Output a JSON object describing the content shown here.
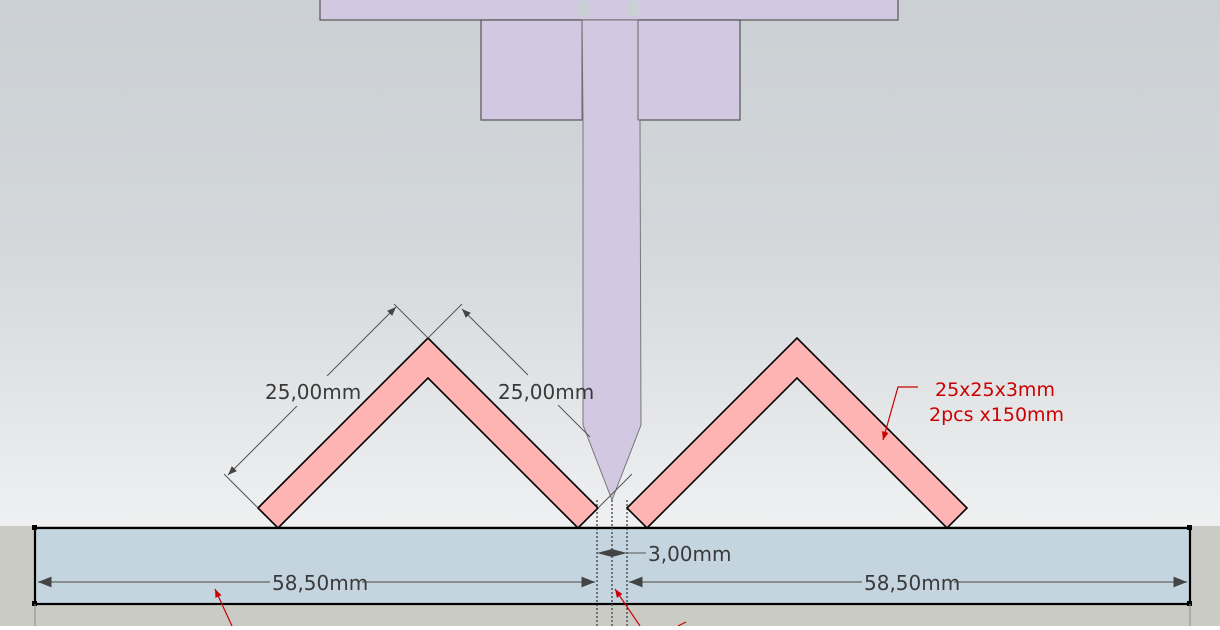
{
  "viewport": {
    "sky_top": "#cbd0d4",
    "sky_bottom": "#eff0f1",
    "ground": "#cbcbc6"
  },
  "colors": {
    "punch_fill": "#d3c8e2",
    "angle_fill": "#ffb4b4",
    "die_fill": "#c4d5e0",
    "outline": "#000000",
    "dimension": "#555555",
    "annotation": "#cc0000"
  },
  "dimensions": {
    "left_leg_a": "25,00mm",
    "left_leg_b": "25,00mm",
    "gap": "3,00mm",
    "die_left": "58,50mm",
    "die_right": "58,50mm"
  },
  "annotation": {
    "line1": "25x25x3mm",
    "line2": "2pcs x150mm"
  },
  "components": {
    "punch": "punch",
    "left_angle": "angle-iron-left",
    "right_angle": "angle-iron-right",
    "die_base": "die-base"
  }
}
